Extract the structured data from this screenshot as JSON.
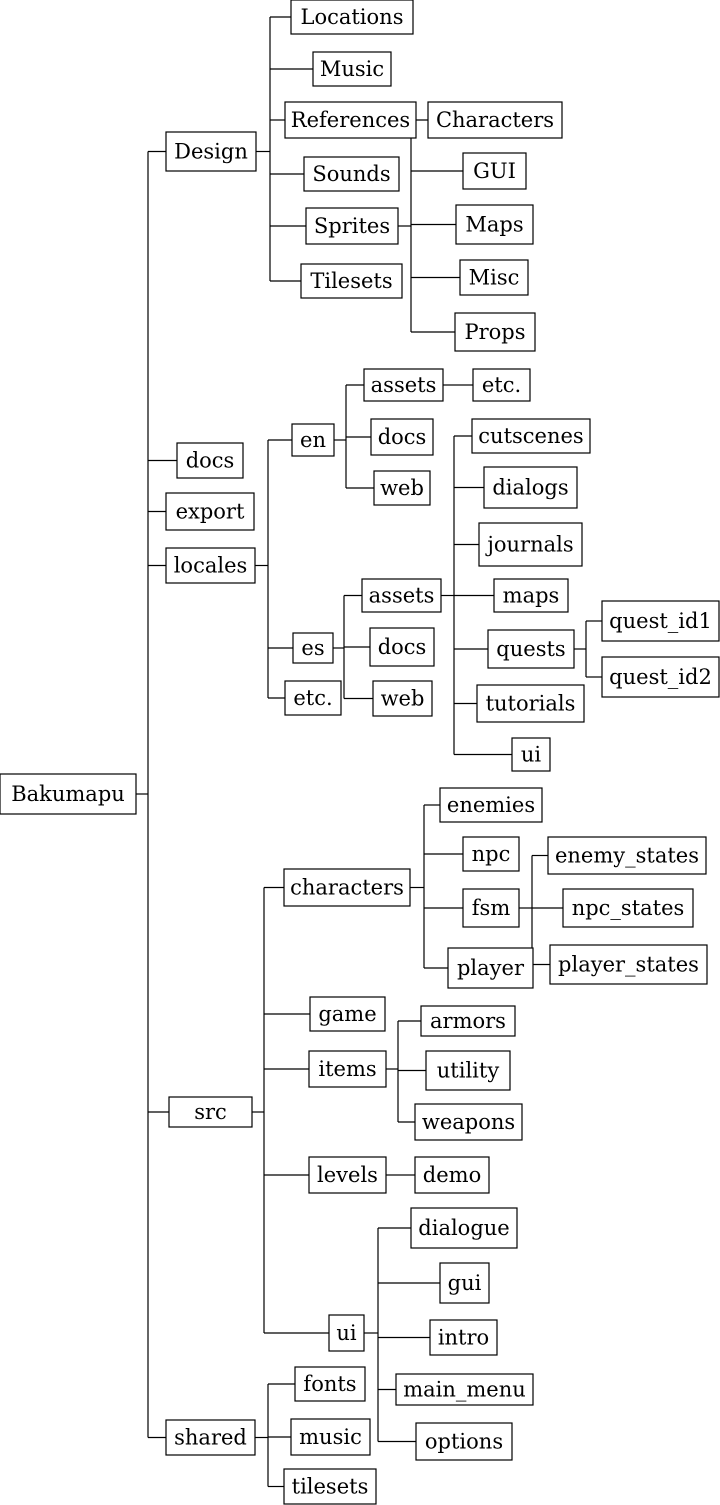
{
  "tree": {
    "label": "Bakumapu",
    "children": [
      {
        "label": "Design",
        "children": [
          {
            "label": "Locations"
          },
          {
            "label": "Music"
          },
          {
            "label": "References"
          },
          {
            "label": "Sounds"
          },
          {
            "label": "Sprites",
            "children": [
              {
                "label": "Characters"
              },
              {
                "label": "GUI"
              },
              {
                "label": "Maps"
              },
              {
                "label": "Misc"
              },
              {
                "label": "Props"
              }
            ]
          },
          {
            "label": "Tilesets"
          }
        ]
      },
      {
        "label": "docs"
      },
      {
        "label": "export"
      },
      {
        "label": "locales",
        "children": [
          {
            "label": "en",
            "children": [
              {
                "label": "assets",
                "children": [
                  {
                    "label": "etc."
                  }
                ]
              },
              {
                "label": "docs"
              },
              {
                "label": "web"
              }
            ]
          },
          {
            "label": "es",
            "children": [
              {
                "label": "assets",
                "children": [
                  {
                    "label": "cutscenes"
                  },
                  {
                    "label": "dialogs"
                  },
                  {
                    "label": "journals"
                  },
                  {
                    "label": "maps"
                  },
                  {
                    "label": "quests",
                    "children": [
                      {
                        "label": "quest_id1"
                      },
                      {
                        "label": "quest_id2"
                      }
                    ]
                  },
                  {
                    "label": "tutorials"
                  },
                  {
                    "label": "ui"
                  }
                ]
              },
              {
                "label": "docs"
              },
              {
                "label": "web"
              }
            ]
          },
          {
            "label": "etc."
          }
        ]
      },
      {
        "label": "src",
        "children": [
          {
            "label": "characters",
            "children": [
              {
                "label": "enemies"
              },
              {
                "label": "npc"
              },
              {
                "label": "fsm",
                "children": [
                  {
                    "label": "enemy_states"
                  },
                  {
                    "label": "npc_states"
                  },
                  {
                    "label": "player_states"
                  }
                ]
              },
              {
                "label": "player"
              }
            ]
          },
          {
            "label": "game"
          },
          {
            "label": "items",
            "children": [
              {
                "label": "armors"
              },
              {
                "label": "utility"
              },
              {
                "label": "weapons"
              }
            ]
          },
          {
            "label": "levels",
            "children": [
              {
                "label": "demo"
              }
            ]
          },
          {
            "label": "ui",
            "children": [
              {
                "label": "dialogue"
              },
              {
                "label": "gui"
              },
              {
                "label": "intro"
              },
              {
                "label": "main_menu"
              },
              {
                "label": "options"
              }
            ]
          }
        ]
      },
      {
        "label": "shared",
        "children": [
          {
            "label": "fonts"
          },
          {
            "label": "music"
          },
          {
            "label": "tilesets"
          }
        ]
      }
    ]
  }
}
